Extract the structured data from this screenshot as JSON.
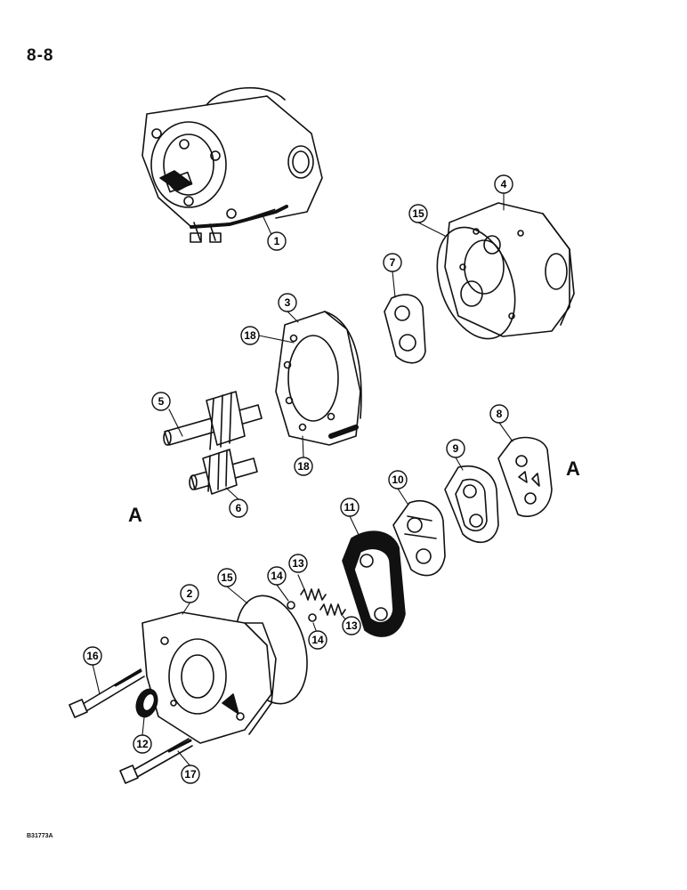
{
  "page": {
    "number": "8-8",
    "figure_ref": "B31773A"
  },
  "view_labels": [
    "A",
    "A"
  ],
  "callouts": [
    "1",
    "4",
    "15",
    "7",
    "3",
    "18",
    "5",
    "8",
    "9",
    "18",
    "10",
    "6",
    "11",
    "15",
    "2",
    "14",
    "13",
    "13",
    "14",
    "16",
    "12",
    "17"
  ],
  "colors": {
    "ink": "#111111",
    "paper": "#ffffff"
  }
}
